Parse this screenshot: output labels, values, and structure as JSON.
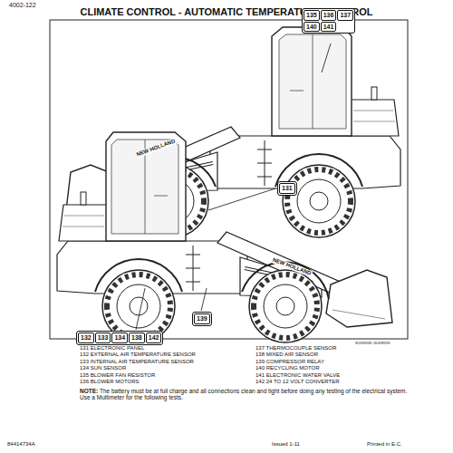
{
  "diagram": {
    "title": "CLIMATE CONTROL - AUTOMATIC TEMPERATURE CONTROL",
    "nodes": [
      {
        "text": [
          "135",
          "136",
          "137",
          "140",
          "141"
        ]
      },
      {
        "text": [
          "131"
        ]
      },
      {
        "text": [
          "132",
          "133",
          "134",
          "138",
          "142"
        ]
      },
      {
        "text": [
          "139"
        ]
      }
    ],
    "labels": [
      "4002-122",
      "131 ELECTRONIC PANEL",
      "132 EXTERNAL AIR TEMPERATURE SENSOR",
      "133 INTERNAL AIR TEMPERATURE SENSOR",
      "134 SUN SENSOR",
      "135 BLOWER FAN RESISTOR",
      "136 BLOWER MOTORS",
      "137 THERMOCOUPLE SENSOR",
      "138 MIXED AIR SENSOR",
      "139 COMPRESSOR RELAY",
      "140 RECYCLING MOTOR",
      "141 ELECTRONIC WATER VALVE",
      "142 24 TO 12 VOLT CONVERTER",
      "NOTE:",
      "The battery must be at full charge and all connections clean and tight before doing any testing of the electrical system. Use a Multimeter for the following tests.",
      "84414734A",
      "Issued 1-11",
      "Printed in E.C.",
      "WJ09R938 / WJ09R939",
      "NEW HOLLAND",
      "NEW HOLLAND"
    ]
  }
}
